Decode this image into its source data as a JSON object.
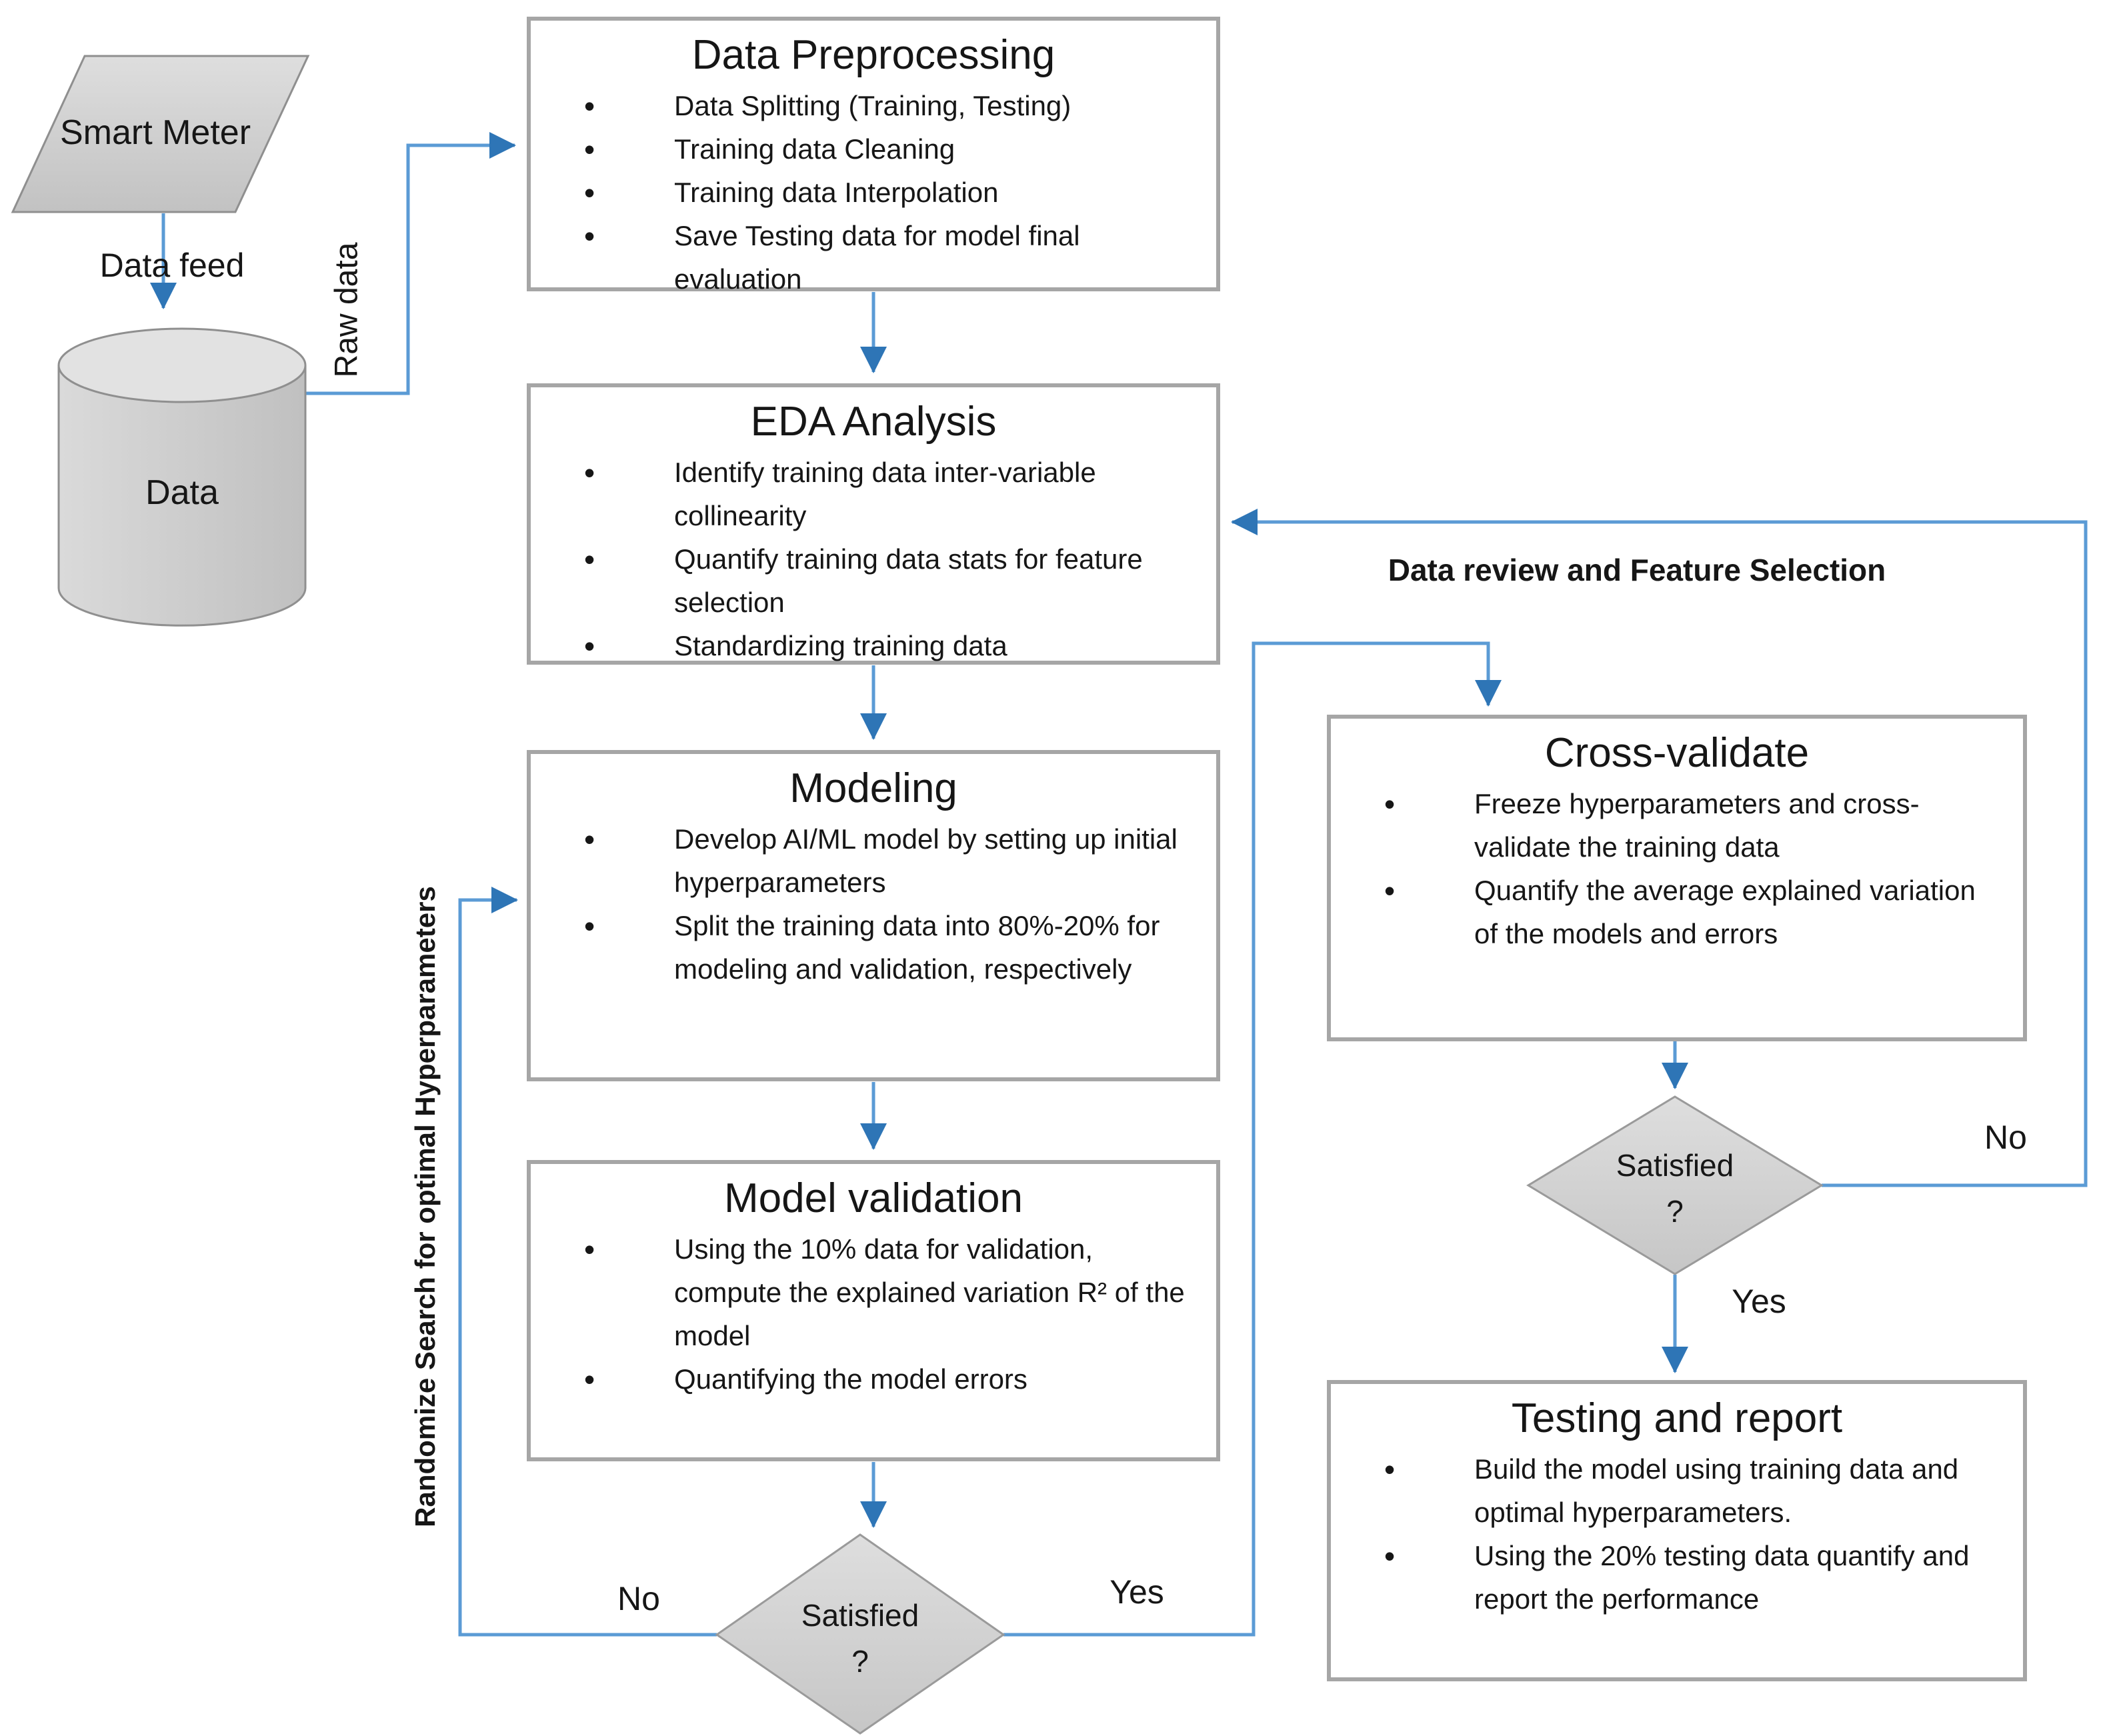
{
  "palette": {
    "line_blue": "#5B9BD5",
    "arrow_blue": "#2E75B6",
    "shape_fill_light": "#e0e0e0",
    "shape_fill": "#cecece",
    "shape_border": "#8f8f8f",
    "box_border": "#a6a6a6",
    "text": "#161616"
  },
  "shapes": {
    "smart_meter": {
      "label": "Smart Meter"
    },
    "data_store": {
      "label": "Data"
    }
  },
  "edge_labels": {
    "data_feed": "Data feed",
    "raw_data": "Raw data",
    "randomize": "Randomize Search for optimal Hyperparameters",
    "data_review": "Data review and Feature Selection",
    "left_no": "No",
    "left_yes": "Yes",
    "right_no": "No",
    "right_yes": "Yes"
  },
  "boxes": {
    "preprocessing": {
      "title": "Data Preprocessing",
      "bullets": [
        "Data Splitting (Training, Testing)",
        "Training data Cleaning",
        "Training data Interpolation",
        "Save Testing data for model final evaluation"
      ]
    },
    "eda": {
      "title": "EDA Analysis",
      "bullets": [
        "Identify training data inter-variable collinearity",
        "Quantify training data stats for feature selection",
        "Standardizing training data"
      ]
    },
    "modeling": {
      "title": "Modeling",
      "bullets": [
        "Develop AI/ML model by setting up initial hyperparameters",
        "Split the training data into 80%-20% for modeling and validation, respectively"
      ]
    },
    "validation": {
      "title": "Model validation",
      "bullets": [
        "Using the 10% data for validation, compute the explained variation R² of the model",
        "Quantifying the model errors"
      ]
    },
    "crossvalidate": {
      "title": "Cross-validate",
      "bullets": [
        "Freeze hyperparameters and cross-validate the training data",
        "Quantify the average explained variation of the models and errors"
      ]
    },
    "testing": {
      "title": "Testing and report",
      "bullets": [
        "Build the model using training data and optimal hyperparameters.",
        "Using the 20% testing data quantify and report the performance"
      ]
    }
  },
  "decisions": {
    "model": {
      "line1": "Satisfied",
      "line2": "?"
    },
    "cv": {
      "line1": "Satisfied",
      "line2": "?"
    }
  }
}
